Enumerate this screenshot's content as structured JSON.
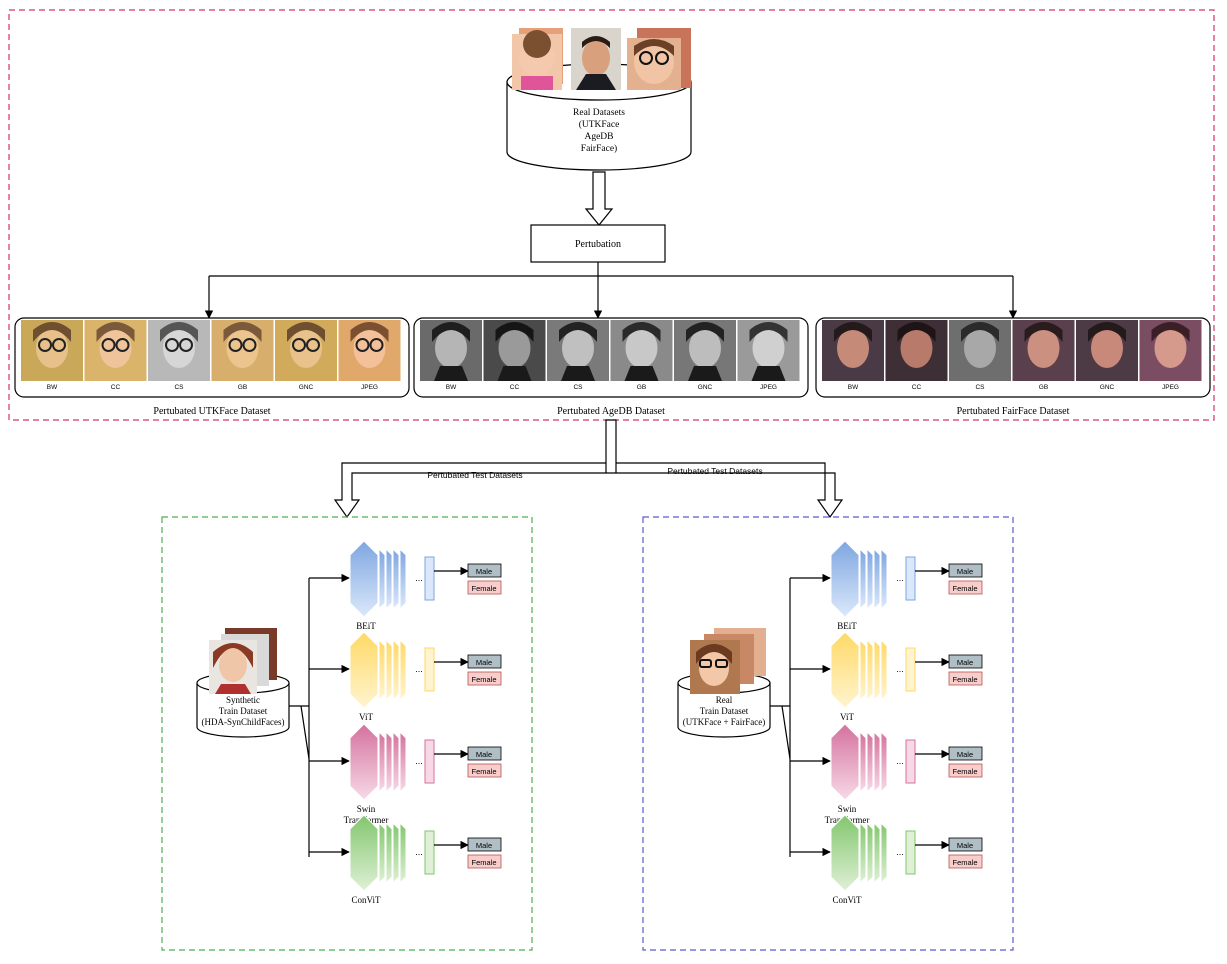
{
  "real_datasets": {
    "line1": "Real Datasets",
    "line2": "(UTKFace",
    "line3": "AgeDB",
    "line4": "FairFace)"
  },
  "perturbation_label": "Pertubation",
  "perturbation_types": [
    "BW",
    "CC",
    "CS",
    "GB",
    "GNC",
    "JPEG"
  ],
  "perturbed_sets": [
    {
      "caption": "Pertubated UTKFace Dataset",
      "style": "utk"
    },
    {
      "caption": "Pertubated AgeDB Dataset",
      "style": "agedb"
    },
    {
      "caption": "Pertubated FairFace Dataset",
      "style": "fair"
    }
  ],
  "test_label_left": "Pertubated Test Datasets",
  "test_label_right": "Pertubated Test Datasets",
  "panels": [
    {
      "id": "synthetic",
      "border_color": "#4caf50",
      "dataset": {
        "line1": "Synthetic",
        "line2": "Train Dataset",
        "line3": "(HDA-SynChildFaces)"
      }
    },
    {
      "id": "real",
      "border_color": "#5b5bd0",
      "dataset": {
        "line1": "Real",
        "line2": "Train Dataset",
        "line3": "(UTKFace + FairFace)"
      }
    }
  ],
  "models": [
    {
      "name_line1": "BEiT",
      "name_line2": "",
      "color_top": "#7ea6e0",
      "color_bottom": "#dbe8fb",
      "feature_color": "#7ea6e0"
    },
    {
      "name_line1": "ViT",
      "name_line2": "",
      "color_top": "#ffd966",
      "color_bottom": "#fff4cf",
      "feature_color": "#ffd966"
    },
    {
      "name_line1": "Swin",
      "name_line2": "Transformer",
      "color_top": "#d4729e",
      "color_bottom": "#f7d9e6",
      "feature_color": "#d4729e"
    },
    {
      "name_line1": "ConViT",
      "name_line2": "",
      "color_top": "#82c76e",
      "color_bottom": "#dff0d6",
      "feature_color": "#82c76e"
    }
  ],
  "ellipsis": "...",
  "output_labels": {
    "male": "Male",
    "female": "Female"
  },
  "colors": {
    "outer_border": "#d6336c",
    "male_fill": "#b0bec5",
    "female_fill": "#f8cecc"
  }
}
